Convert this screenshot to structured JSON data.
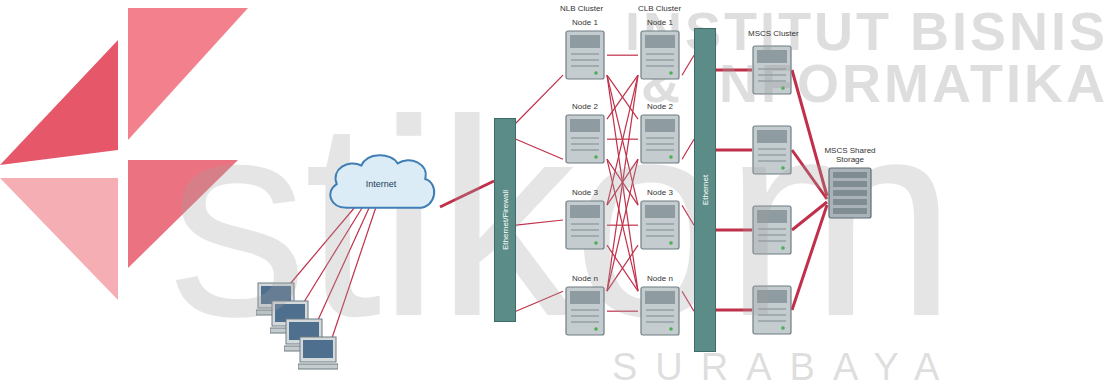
{
  "diagram": {
    "nodes": [
      {
        "text": [
          "Internet"
        ]
      },
      {
        "text": [
          "Ethernet/Firewall"
        ]
      },
      {
        "text": [
          "Node 1"
        ]
      },
      {
        "text": [
          "Node 2"
        ]
      },
      {
        "text": [
          "Node 3"
        ]
      },
      {
        "text": [
          "Node n"
        ]
      },
      {
        "text": [
          "Node 1"
        ]
      },
      {
        "text": [
          "Node 2"
        ]
      },
      {
        "text": [
          "Node 3"
        ]
      },
      {
        "text": [
          "Node n"
        ]
      },
      {
        "text": [
          "Ethernet"
        ]
      },
      {
        "text": [
          "MSCS Shared Storage"
        ]
      }
    ],
    "edges": [
      {
        "from": 0,
        "to": 1,
        "arrow": "none"
      },
      {
        "from": 1,
        "to": 2,
        "arrow": "none"
      },
      {
        "from": 1,
        "to": 3,
        "arrow": "none"
      },
      {
        "from": 1,
        "to": 4,
        "arrow": "none"
      },
      {
        "from": 1,
        "to": 5,
        "arrow": "none"
      },
      {
        "from": 2,
        "to": 6,
        "arrow": "none"
      },
      {
        "from": 2,
        "to": 7,
        "arrow": "none"
      },
      {
        "from": 2,
        "to": 8,
        "arrow": "none"
      },
      {
        "from": 2,
        "to": 9,
        "arrow": "none"
      },
      {
        "from": 3,
        "to": 6,
        "arrow": "none"
      },
      {
        "from": 3,
        "to": 7,
        "arrow": "none"
      },
      {
        "from": 3,
        "to": 8,
        "arrow": "none"
      },
      {
        "from": 3,
        "to": 9,
        "arrow": "none"
      },
      {
        "from": 4,
        "to": 6,
        "arrow": "none"
      },
      {
        "from": 4,
        "to": 7,
        "arrow": "none"
      },
      {
        "from": 4,
        "to": 8,
        "arrow": "none"
      },
      {
        "from": 4,
        "to": 9,
        "arrow": "none"
      },
      {
        "from": 5,
        "to": 6,
        "arrow": "none"
      },
      {
        "from": 5,
        "to": 7,
        "arrow": "none"
      },
      {
        "from": 5,
        "to": 8,
        "arrow": "none"
      },
      {
        "from": 5,
        "to": 9,
        "arrow": "none"
      },
      {
        "from": 6,
        "to": 10,
        "arrow": "none"
      },
      {
        "from": 7,
        "to": 10,
        "arrow": "none"
      },
      {
        "from": 8,
        "to": 10,
        "arrow": "none"
      },
      {
        "from": 9,
        "to": 10,
        "arrow": "none"
      }
    ],
    "labels": [
      "NLB Cluster",
      "CLB Cluster",
      "MSCS Cluster",
      "INSTITUT BISNIS",
      "& INFORMATIKA",
      "stikom",
      "SURABAYA"
    ]
  }
}
